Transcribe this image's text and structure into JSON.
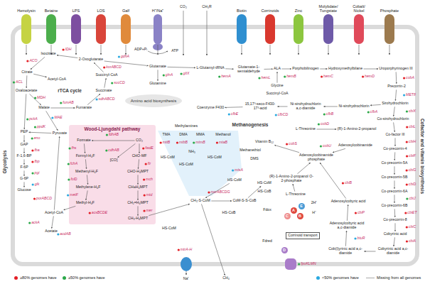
{
  "diagram": {
    "nodes": [
      {
        "text": [
          "Hemolysin"
        ]
      },
      {
        "text": [
          "Betaine"
        ]
      },
      {
        "text": [
          "LPS"
        ]
      },
      {
        "text": [
          "LOS"
        ]
      },
      {
        "text": [
          "Galf"
        ]
      },
      {
        "text": [
          "H⁺/Na⁺"
        ]
      },
      {
        "text": [
          "Biotin"
        ]
      },
      {
        "text": [
          "Corrinoids"
        ]
      },
      {
        "text": [
          "Zinc"
        ]
      },
      {
        "text": [
          "Molybdate/ Tungstate"
        ]
      },
      {
        "text": [
          "Cobalt/ Nickel"
        ]
      },
      {
        "text": [
          "Phosphate"
        ]
      },
      {
        "text": [
          "Amino acid biosynthesis"
        ]
      },
      {
        "text": [
          "Wood-Ljungdahl pathway"
        ]
      },
      {
        "text": [
          "Corrinoid transport"
        ]
      },
      {
        "text": [
          "E"
        ]
      },
      {
        "text": [
          "A"
        ]
      },
      {
        "text": [
          "C"
        ]
      },
      {
        "text": [
          "B"
        ]
      },
      {
        "text": [
          "D"
        ]
      }
    ],
    "labels": [
      "CO₂",
      "CH₃R",
      "ADP+Pᵢ",
      "ATP",
      "Isocitrate",
      "IDH",
      "2-Oxoglutarate",
      "korABCD",
      "Succinyl-CoA",
      "sucCD",
      "Succinate",
      "sdhABCD",
      "Fumarate",
      "fumAB",
      "Malate",
      "Oxaloacetate",
      "Citrate",
      "ACO",
      "ACL",
      "Acetyl-CoA",
      "rTCA cycle",
      "MDH",
      "gdhA",
      "Glutamate",
      "glnA",
      "Glutamine",
      "Glycolysis",
      "PEP",
      "pckA",
      "ppdK",
      "Pyruvate",
      "MAE",
      "GAP",
      "eno",
      "F-1,6-BP",
      "fba",
      "F-6P",
      "fbp",
      "G-6P",
      "pgi",
      "Glucose",
      "glk",
      "porABCD",
      "Acetyl-CoA",
      "Acetate",
      "ackA",
      "acdAB",
      "Formate",
      "fhs",
      "Formyl-H₄F",
      "fchA",
      "Methenyl-H₄F",
      "folD",
      "Methylene-H₄F",
      "metF",
      "Methyl-H₄F",
      "fdhAB",
      "CO₂",
      "fwdE",
      "CHO-MF",
      "ftr",
      "CHO-H₄MPT",
      "mch",
      "CH≡H₄MPT",
      "mtd",
      "CH₂=H₄MPT",
      "mer",
      "CH₃-H₄MPT",
      "[CO]",
      "cdhAB",
      "acsBCDE",
      "Methanogenesis",
      "Methylamines",
      "TMA",
      "DMA",
      "MMA",
      "Methanol",
      "mttB",
      "mtbB",
      "mtmB",
      "mtaB",
      "NH₃",
      "HS-CoM",
      "HS-CoM",
      "HS-CoM",
      "Methanethiol",
      "DMS",
      "mtsA",
      "HS-CoM",
      "CH₃-S-CoM",
      "mcrABCDG",
      "CoM-S-S-CoB",
      "HS-CoB",
      "CH₄",
      "Na⁺",
      "HS-CoM",
      "mtrA-H",
      "HS-CoM",
      "HS-CoB",
      "Fdox",
      "Fdred",
      "2H⁺",
      "H⁺",
      "fpoKLMN",
      "Coenzyme F430",
      "gltX",
      "L-Glutamyl-tRNA",
      "hemA",
      "Glutamate-1-semialdehyde",
      "hemL",
      "ALA",
      "hemB",
      "Porphobilinogen",
      "hemC",
      "Hydroxymethylbilane",
      "hemD",
      "Uroporphyrinogen III",
      "Glycine",
      "Succinyl-CoA",
      "cobA",
      "Precorrin-2",
      "MET8",
      "Sirohydrochlorin",
      "cbiX",
      "Co-sirohydrochlorin",
      "cbiL",
      "Co-factor III",
      "cbiH",
      "Co-precorrin-4",
      "cbiF",
      "Co-precorrin-5A",
      "cbiG",
      "Co-precorrin-5B",
      "cbiD",
      "Co-precorrin-6A",
      "cbiJ",
      "Co-precorrin-6B",
      "cbiET",
      "Co-precorrin-8",
      "cbiC",
      "Cobyrinic acid",
      "cbiA",
      "Cobyrinic acid a,c-diamide",
      "Cob(I)yrinic acid a,c-diamide",
      "btuR",
      "Adenosylcobyric acid a,c-diamide",
      "cbiP",
      "Adenosylcobyric acid",
      "cbiB",
      "Adenosylcobinamide",
      "cobU",
      "Adenosylcobinamide phosphate",
      "L-Threonine",
      "(R)-1-Amino-2-propanol",
      "cobD",
      "(R)-1-Amino-2-propanol O-2-phosphate",
      "L-Threonine",
      "Vitamin B₁₂",
      "cobS",
      "Ni-sirohydrochlorin",
      "Ni-sirohydrochlorin a,c-diamide",
      "cfbB",
      "15,17³-seco-F430-17³-acid",
      "cfbCD",
      "cfbE",
      "cfbA",
      "Cofactor and vitamin biosynthesis"
    ],
    "legend": [
      {
        "text": "≥80% genomes have",
        "color": "#e41e26"
      },
      {
        "text": "≥50% genomes have",
        "color": "#2ca84a"
      },
      {
        "text": "<50% genomes have",
        "color": "#2aa9e0"
      },
      {
        "text": "Missing from all genomes"
      }
    ]
  }
}
